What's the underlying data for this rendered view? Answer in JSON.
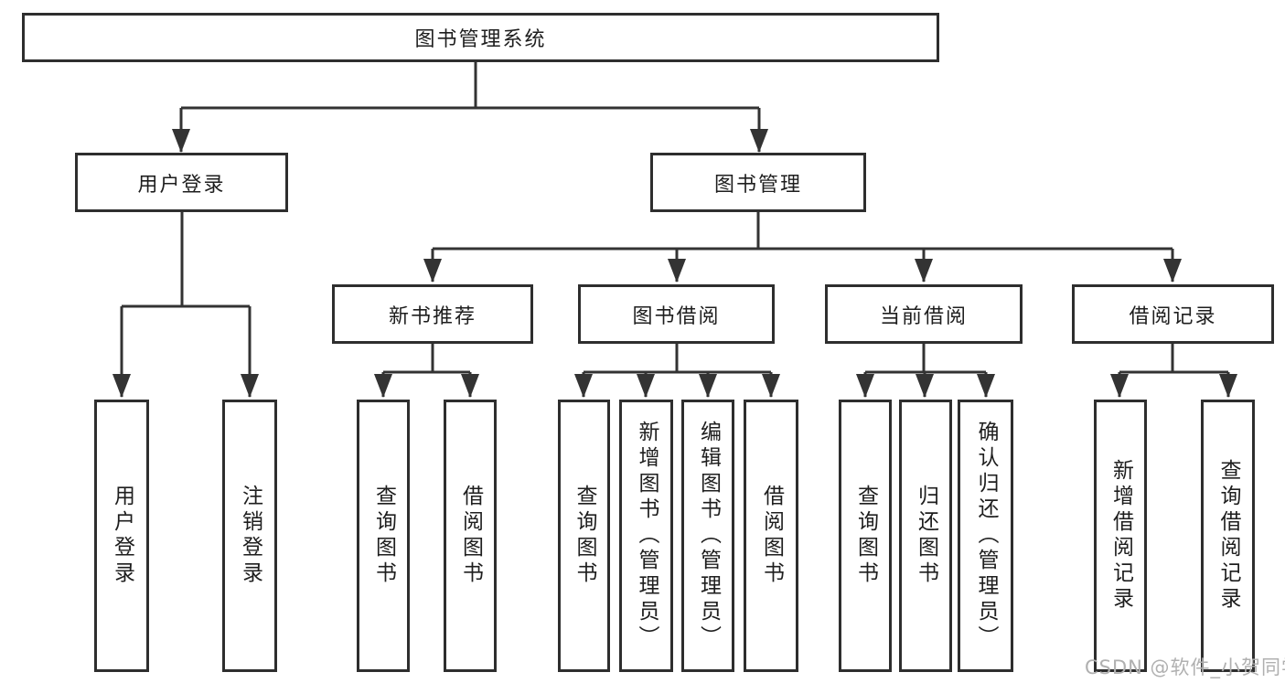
{
  "diagram": {
    "root": {
      "label": "图书管理系统"
    },
    "branches": [
      {
        "label": "用户登录",
        "children": [
          "用户登录",
          "注销登录"
        ]
      },
      {
        "label": "图书管理",
        "groups": [
          {
            "label": "新书推荐",
            "children": [
              "查询图书",
              "借阅图书"
            ]
          },
          {
            "label": "图书借阅",
            "children": [
              "查询图书",
              "新增图书（管理员）",
              "编辑图书（管理员）",
              "借阅图书"
            ]
          },
          {
            "label": "当前借阅",
            "children": [
              "查询图书",
              "归还图书",
              "确认归还（管理员）"
            ]
          },
          {
            "label": "借阅记录",
            "children": [
              "新增借阅记录",
              "查询借阅记录"
            ]
          }
        ]
      }
    ],
    "watermark": "CSDN @软件_小贺同学",
    "colors": {
      "line": "#333333",
      "border": "#2e2e2e",
      "text": "#1e1e1e",
      "watermark": "#b0b0b0"
    }
  }
}
